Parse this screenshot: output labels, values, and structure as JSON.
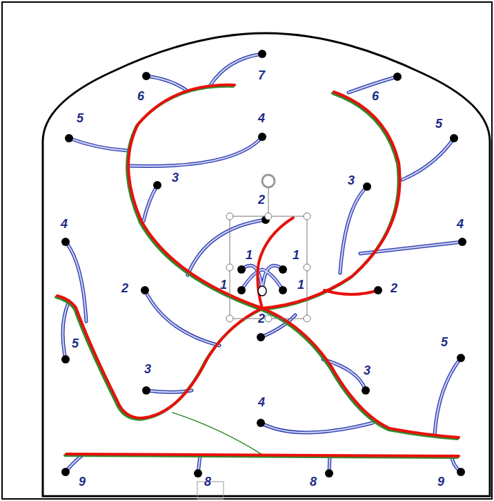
{
  "diagram": {
    "labels": [
      "7",
      "6",
      "6",
      "5",
      "4",
      "5",
      "3",
      "3",
      "2",
      "4",
      "4",
      "1",
      "1",
      "1",
      "1",
      "2",
      "2",
      "2",
      "5",
      "5",
      "3",
      "3",
      "4",
      "9",
      "8",
      "8",
      "9"
    ]
  }
}
